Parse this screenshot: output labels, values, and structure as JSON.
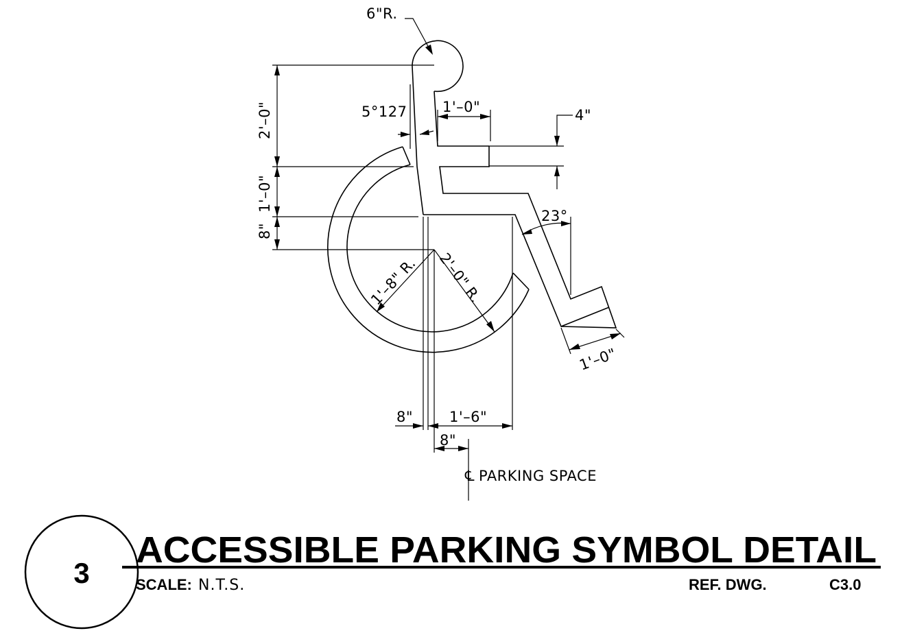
{
  "dimensions": {
    "head_radius": "6\"R.",
    "slope": "5°127",
    "arm_width": "1'–0\"",
    "seat_thickness": "4\"",
    "upper_height": "2'–0\"",
    "mid_height": "1'–0\"",
    "low_height": "8\"",
    "leg_angle": "23°",
    "inner_radius": "1'–8\" R.",
    "outer_radius": "2'–0\" R.",
    "foot_width": "1'–0\"",
    "offset_left": "8\"",
    "offset_right": "1'–6\"",
    "offset_center": "8\""
  },
  "centerline_label": "PARKING SPACE",
  "title_block": {
    "detail_number": "3",
    "title": "ACCESSIBLE PARKING SYMBOL  DETAIL",
    "scale_label": "SCALE:",
    "scale_value": "N.T.S.",
    "ref_label": "REF. DWG.",
    "ref_value": "C3.0"
  }
}
